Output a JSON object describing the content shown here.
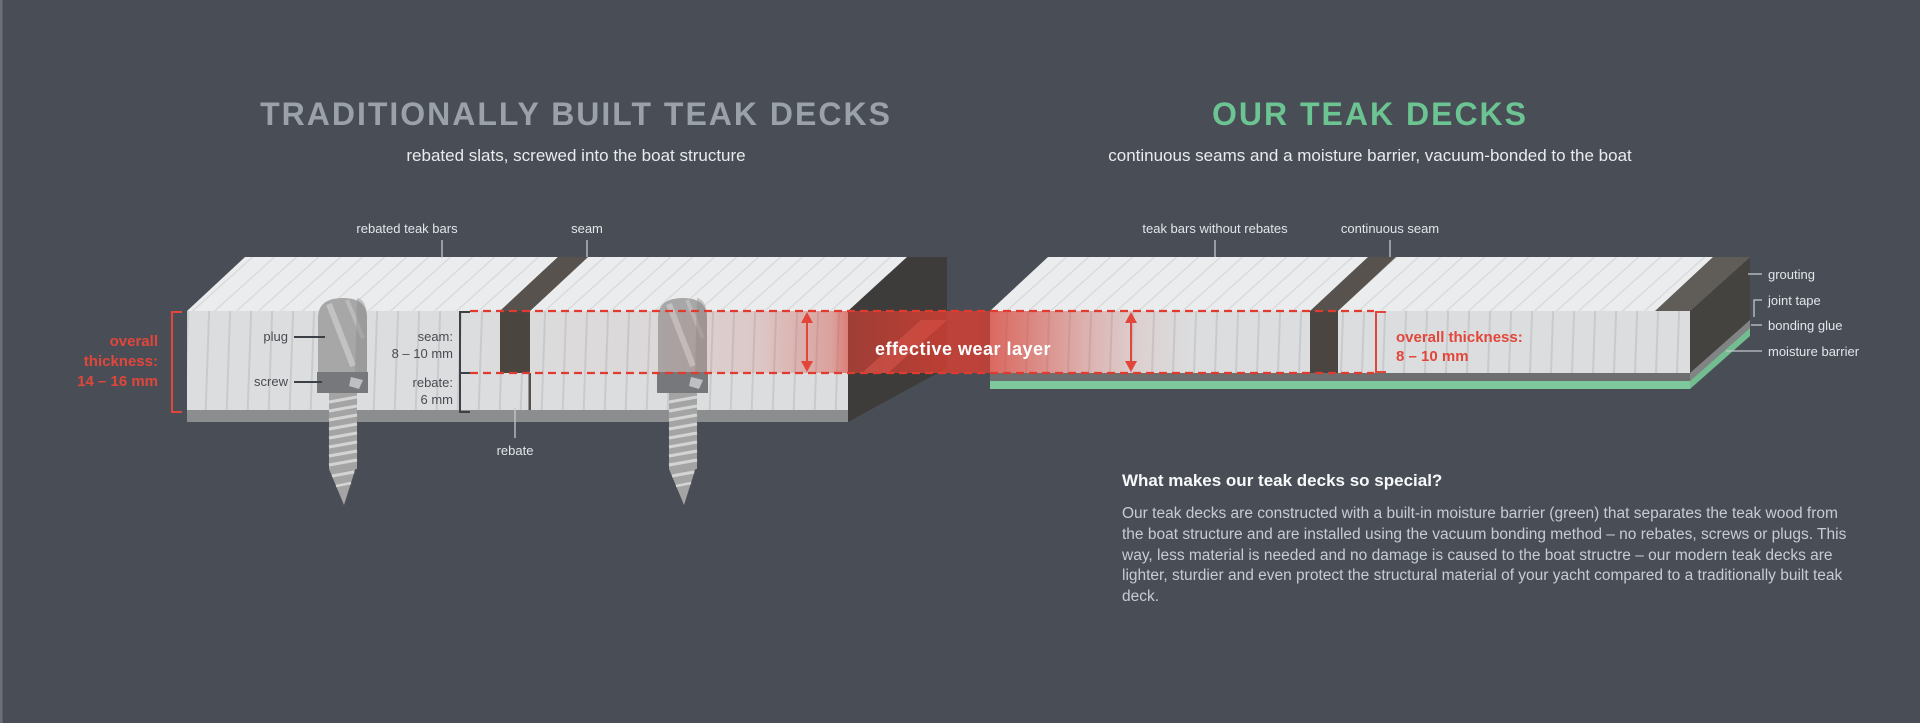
{
  "colors": {
    "background": "#494e56",
    "heading_gray": "#9ba1a9",
    "heading_green": "#6cc492",
    "accent_red": "#e2463a",
    "moisture_green": "#7dc89c"
  },
  "header": {
    "left_title": "TRADITIONALLY BUILT TEAK DECKS",
    "left_subtitle": "rebated slats, screwed into the boat structure",
    "right_title": "OUR TEAK DECKS",
    "right_subtitle": "continuous seams and a moisture barrier, vacuum-bonded to the boat"
  },
  "left_deck": {
    "top_labels": [
      "rebated teak bars",
      "seam"
    ],
    "plug_label": "plug",
    "screw_label": "screw",
    "seam_dim": [
      "seam:",
      "8 – 10 mm"
    ],
    "rebate_dim": [
      "rebate:",
      "6 mm"
    ],
    "rebate_label": "rebate",
    "thickness": [
      "overall",
      "thickness:",
      "14 – 16 mm"
    ]
  },
  "wear_layer": {
    "label": "effective wear layer"
  },
  "right_deck": {
    "top_labels": [
      "teak bars without rebates",
      "continuous seam"
    ],
    "thickness": [
      "overall thickness:",
      "8 – 10 mm"
    ],
    "layer_labels": [
      "grouting",
      "joint tape",
      "bonding glue",
      "moisture barrier"
    ]
  },
  "info": {
    "heading": "What makes our teak decks so special?",
    "body": "Our teak decks are constructed with a built-in moisture barrier (green) that separates the teak wood from the boat structure and are installed using the vacuum bonding method – no rebates, screws or plugs. This way, less material is needed and no damage is caused to the boat structre – our modern teak decks are lighter, sturdier and even protect the structural material of your yacht compared to a traditionally built teak deck."
  }
}
